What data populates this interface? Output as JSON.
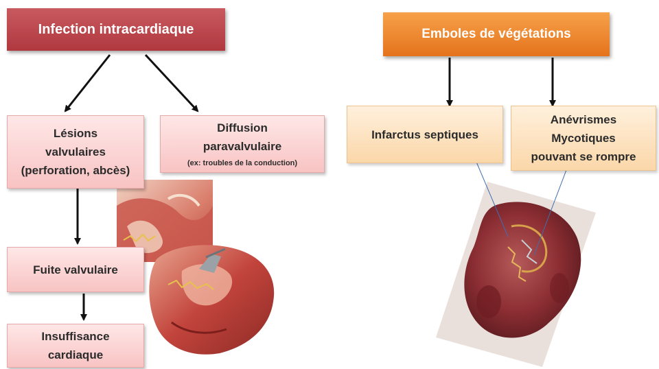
{
  "left": {
    "title": "Infection intracardiaque",
    "lesions": [
      "Lésions",
      "valvulaires",
      "(perforation, abcès)"
    ],
    "diffusion": [
      "Diffusion",
      "paravalvulaire"
    ],
    "diffusion_note": "(ex: troubles de la conduction)",
    "fuite": "Fuite valvulaire",
    "insuffisance": [
      "Insuffisance",
      "cardiaque"
    ]
  },
  "right": {
    "title": "Emboles de végétations",
    "infarctus": "Infarctus septiques",
    "anevrismes": [
      "Anévrismes",
      "Mycotiques",
      "pouvant se rompre"
    ]
  },
  "colors": {
    "red_title": "#b7414a",
    "orange_title": "#ee8a2e",
    "pink_box": "#f8c9c9",
    "peach_box": "#fde0bb"
  },
  "illustrations": [
    "heart-valve-cross-section",
    "heart-dissection",
    "kidney-with-infarcts"
  ]
}
